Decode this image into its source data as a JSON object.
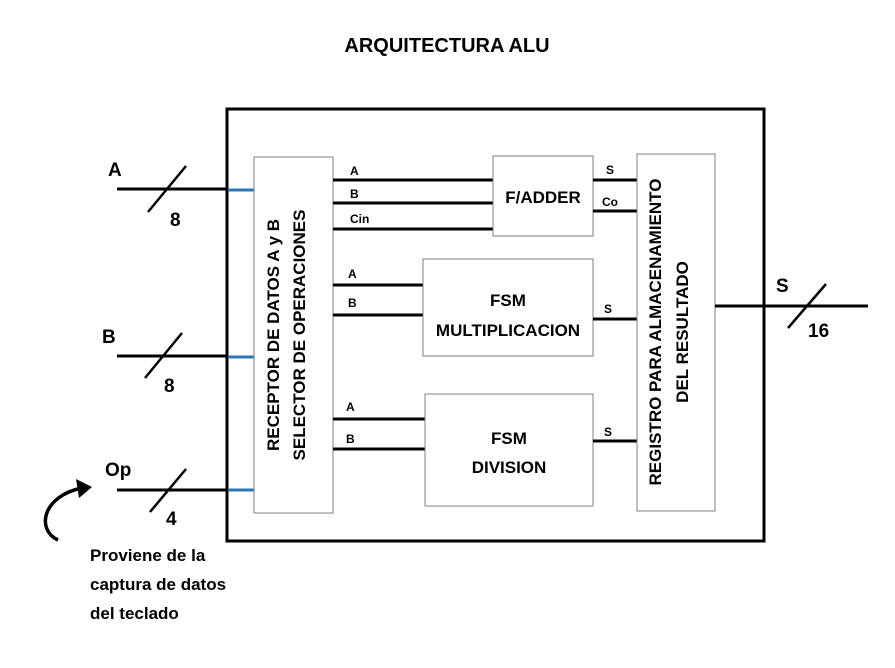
{
  "title": "ARQUITECTURA ALU",
  "inputs": {
    "a": {
      "label": "A",
      "width": "8"
    },
    "b": {
      "label": "B",
      "width": "8"
    },
    "op": {
      "label": "Op",
      "width": "4"
    }
  },
  "output": {
    "label": "S",
    "width": "16"
  },
  "blocks": {
    "receptor": {
      "line1": "RECEPTOR DE DATOS A y B",
      "line2": "SELECTOR DE OPERACIONES"
    },
    "adder": {
      "label": "F/ADDER",
      "in_a": "A",
      "in_b": "B",
      "in_cin": "Cin",
      "out_s": "S",
      "out_co": "Co"
    },
    "mult": {
      "line1": "FSM",
      "line2": "MULTIPLICACION",
      "in_a": "A",
      "in_b": "B",
      "out_s": "S"
    },
    "div": {
      "line1": "FSM",
      "line2": "DIVISION",
      "in_a": "A",
      "in_b": "B",
      "out_s": "S"
    },
    "registro": {
      "line1": "REGISTRO PARA ALMACENAMIENTO",
      "line2": "DEL RESULTADO"
    }
  },
  "note": {
    "line1": "Proviene de la",
    "line2": "captura de datos",
    "line3": "del teclado"
  }
}
